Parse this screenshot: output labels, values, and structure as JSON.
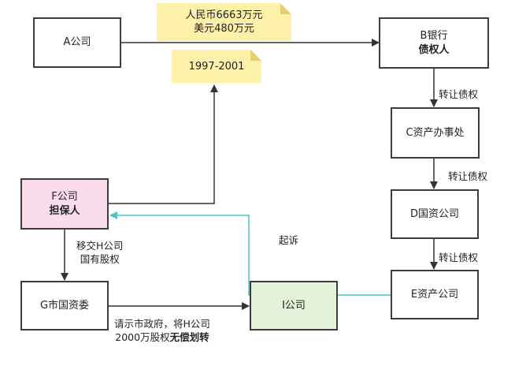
{
  "nodes": {
    "a": {
      "line1": "A公司"
    },
    "b": {
      "line1": "B银行",
      "line2": "债权人"
    },
    "c": {
      "line1": "C资产办事处"
    },
    "d": {
      "line1": "D国资公司"
    },
    "e": {
      "line1": "E资产公司"
    },
    "f": {
      "line1": "F公司",
      "line2": "担保人"
    },
    "g": {
      "line1": "G市国资委"
    },
    "i": {
      "line1": "I公司"
    }
  },
  "notes": {
    "loan": {
      "line1": "人民币6663万元",
      "line2": "美元480万元"
    },
    "period": {
      "line1": "1997-2001"
    }
  },
  "edge_labels": {
    "transfer_bc": "转让债权",
    "transfer_cd": "转让债权",
    "transfer_de": "转让债权",
    "lawsuit": "起诉",
    "handover_line1": "移交H公司",
    "handover_line2": "国有股权",
    "request_line1": "请示市政府，将H公司",
    "request_line2_prefix": "2000万股权",
    "request_line2_bold": "无偿划转"
  },
  "colors": {
    "guarantor_fill": "#fbdced",
    "target_fill": "#e2f3da",
    "note_fill": "#fdf0a8",
    "lawsuit_line": "#4cc4c4"
  }
}
